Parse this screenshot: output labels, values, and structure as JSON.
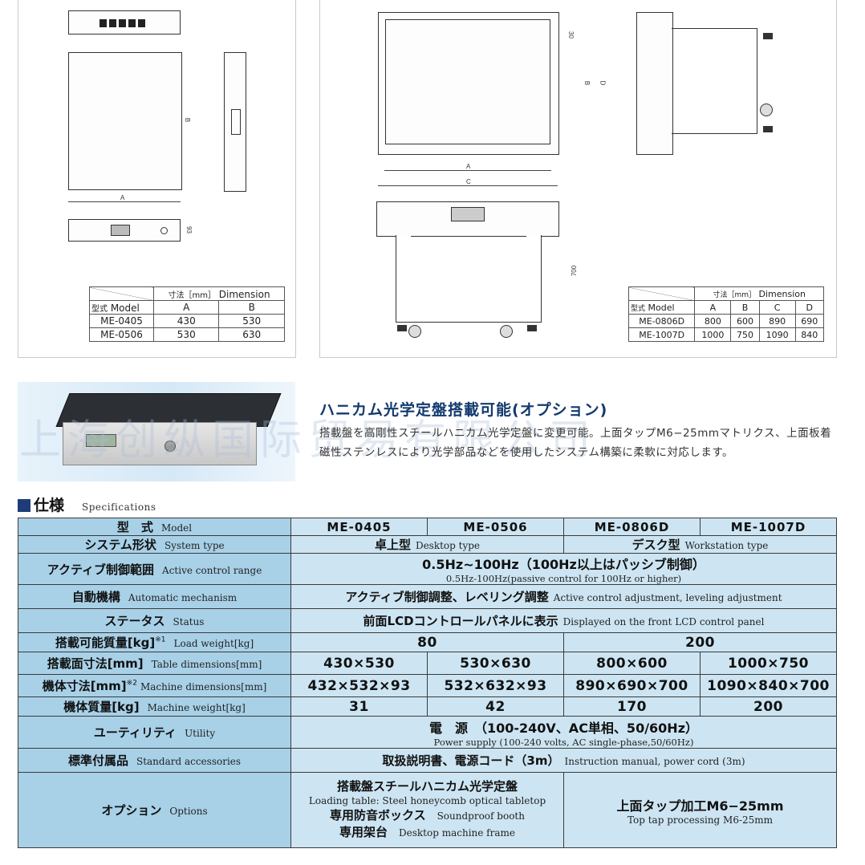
{
  "drawing_left": {
    "dim_a": "A",
    "dim_b": "B",
    "dim_h": "93",
    "table": {
      "header_jp": "寸法［mm］",
      "header_en": "Dimension",
      "model_jp": "型式",
      "model_en": "Model",
      "col_a": "A",
      "col_b": "B",
      "rows": [
        {
          "model": "ME-0405",
          "a": "430",
          "b": "530"
        },
        {
          "model": "ME-0506",
          "a": "530",
          "b": "630"
        }
      ]
    }
  },
  "drawing_right": {
    "dim_a": "A",
    "dim_b": "B",
    "dim_c": "C",
    "dim_d": "D",
    "dim_30": "30",
    "dim_700": "700",
    "table": {
      "header_jp": "寸法［mm］",
      "header_en": "Dimension",
      "model_jp": "型式",
      "model_en": "Model",
      "cols": [
        "A",
        "B",
        "C",
        "D"
      ],
      "rows": [
        {
          "model": "ME-0806D",
          "a": "800",
          "b": "600",
          "c": "890",
          "d": "690"
        },
        {
          "model": "ME-1007D",
          "a": "1000",
          "b": "750",
          "c": "1090",
          "d": "840"
        }
      ]
    }
  },
  "watermark": "上海创纵国际贸易有限公司",
  "feature": {
    "title": "ハニカム光学定盤搭載可能(オプション)",
    "desc": "搭載盤を高剛性スチールハニカム光学定盤に変更可能。上面タップM6−25mmマトリクス、上面板着磁性ステンレスにより光学部品などを使用したシステム構築に柔軟に対応します。"
  },
  "spec": {
    "heading_jp": "仕様",
    "heading_en": "Specifications",
    "model": {
      "jp": "型　式",
      "en": "Model",
      "values": [
        "ME-0405",
        "ME-0506",
        "ME-0806D",
        "ME-1007D"
      ]
    },
    "system": {
      "jp": "システム形状",
      "en": "System type",
      "desktop_jp": "卓上型",
      "desktop_en": "Desktop type",
      "work_jp": "デスク型",
      "work_en": "Workstation type"
    },
    "range": {
      "jp": "アクティブ制御範囲",
      "en": "Active control range",
      "value_jp": "0.5Hz~100Hz（100Hz以上はパッシブ制御）",
      "value_en": "0.5Hz-100Hz(passive control for 100Hz or higher)"
    },
    "auto": {
      "jp": "自動機構",
      "en": "Automatic mechanism",
      "value_jp": "アクティブ制御調整、レベリング調整",
      "value_en": "Active control adjustment, leveling adjustment"
    },
    "status": {
      "jp": "ステータス",
      "en": "Status",
      "value_jp": "前面LCDコントロールパネルに表示",
      "value_en": "Displayed on the front LCD control panel"
    },
    "load": {
      "jp": "搭載可能質量[kg]",
      "sup": "※1",
      "en": "Load weight[kg]",
      "values": [
        "80",
        "200"
      ]
    },
    "table_dim": {
      "jp": "搭載面寸法[mm]",
      "en": "Table dimensions[mm]",
      "values": [
        "430×530",
        "530×630",
        "800×600",
        "1000×750"
      ]
    },
    "machine_dim": {
      "jp": "機体寸法[mm]",
      "sup": "※2",
      "en": "Machine dimensions[mm]",
      "values": [
        "432×532×93",
        "532×632×93",
        "890×690×700",
        "1090×840×700"
      ]
    },
    "weight": {
      "jp": "機体質量[kg]",
      "en": "Machine weight[kg]",
      "values": [
        "31",
        "42",
        "170",
        "200"
      ]
    },
    "utility": {
      "jp": "ユーティリティ",
      "en": "Utility",
      "value_jp": "電　源　（100-240V、AC単相、50/60Hz）",
      "value_en": "Power supply (100-240 volts, AC single-phase,50/60Hz)"
    },
    "acc": {
      "jp": "標準付属品",
      "en": "Standard accessories",
      "value_jp": "取扱説明書、電源コード（3m）",
      "value_en": "Instruction manual, power cord (3m)"
    },
    "options": {
      "jp": "オプション",
      "en": "Options",
      "l1_jp": "搭載盤スチールハニカム光学定盤",
      "l1_en": "Loading table: Steel honeycomb optical tabletop",
      "l2_jp": "専用防音ボックス",
      "l2_en": "Soundproof booth",
      "l3_jp": "専用架台",
      "l3_en": "Desktop machine frame",
      "r_jp": "上面タップ加工M6−25mm",
      "r_en": "Top tap processing M6-25mm"
    }
  }
}
